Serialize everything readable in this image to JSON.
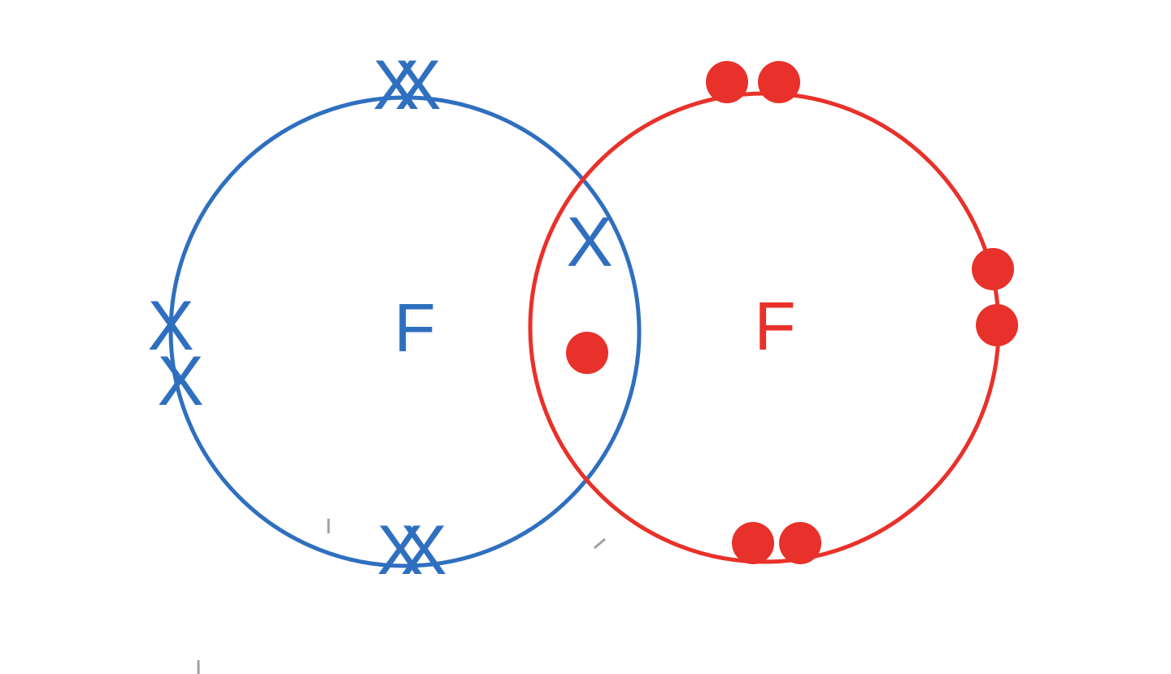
{
  "diagram": {
    "type": "dot-and-cross bonding diagram",
    "atoms": [
      {
        "id": "left",
        "symbol": "F",
        "color": "#2f6fbf",
        "electron_marker": "X",
        "electron_symbol": "cross"
      },
      {
        "id": "right",
        "symbol": "F",
        "color": "#e8312a",
        "electron_marker": "",
        "electron_symbol": "dot"
      }
    ],
    "electrons": {
      "left_lone_pairs": [
        "top",
        "left",
        "bottom"
      ],
      "right_lone_pairs": [
        "top",
        "right",
        "bottom"
      ],
      "shared_pair": [
        "cross",
        "dot"
      ]
    }
  }
}
